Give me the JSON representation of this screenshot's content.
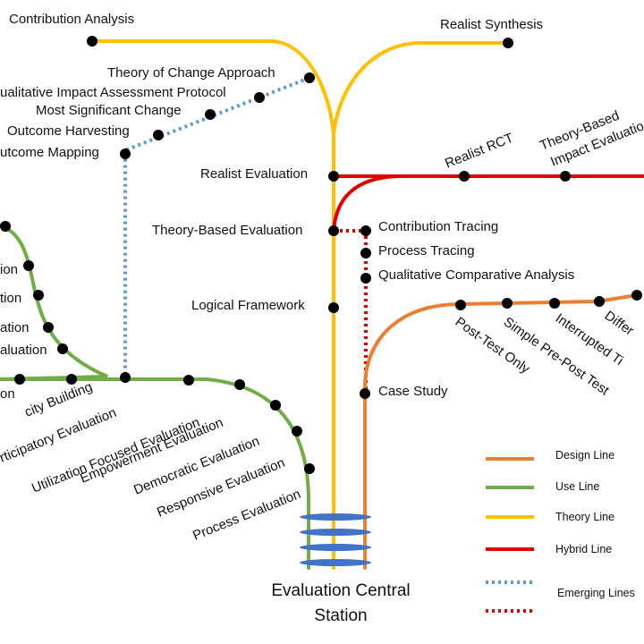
{
  "colors": {
    "design": "#ED7D31",
    "use": "#70AD47",
    "theory": "#FFC000",
    "hybrid": "#E00000",
    "emerging_blue": "#5B9BD5",
    "emerging_red": "#E00000",
    "station": "#4472C4"
  },
  "title": {
    "line1": "Evaluation Central",
    "line2": "Station"
  },
  "legend": {
    "design": "Design Line",
    "use": "Use Line",
    "theory": "Theory Line",
    "hybrid": "Hybrid Line",
    "emerging": "Emerging Lines"
  },
  "stops": {
    "contribution_analysis": "Contribution Analysis",
    "realist_synthesis": "Realist Synthesis",
    "theory_of_change": "Theory of Change Approach",
    "qiap": "ualitative Impact Assessment Protocol",
    "most_significant_change": "Most Significant Change",
    "outcome_harvesting": "Outcome Harvesting",
    "outcome_mapping": "utcome Mapping",
    "realist_evaluation": "Realist Evaluation",
    "realist_rct": "Realist RCT",
    "theory_based_impact_1": "Theory-Based",
    "theory_based_impact_2": "Impact Evaluatio",
    "theory_based_evaluation": "Theory-Based Evaluation",
    "contribution_tracing": "Contribution Tracing",
    "process_tracing": "Process Tracing",
    "qca": "Qualitative Comparative Analysis",
    "logical_framework": "Logical Framework",
    "case_study": "Case Study",
    "post_test_only": "Post-Test Only",
    "simple_pre_post": "Simple Pre-Post Test",
    "interrupted": "Interrupted Ti",
    "differ": "Differ",
    "use_left_1": "ion",
    "use_left_2": "tion",
    "use_left_3": "ation",
    "use_left_4": "aluation",
    "use_left_5": "on",
    "capacity_building": "city Building",
    "participatory": "rticipatory Evaluation",
    "utilization_focused": "Utilization Focused Evaluation",
    "empowerment": "Empowerment Evaluation",
    "democratic": "Democratic Evaluation",
    "responsive": "Responsive Evaluation",
    "process_evaluation": "Process Evaluation"
  }
}
